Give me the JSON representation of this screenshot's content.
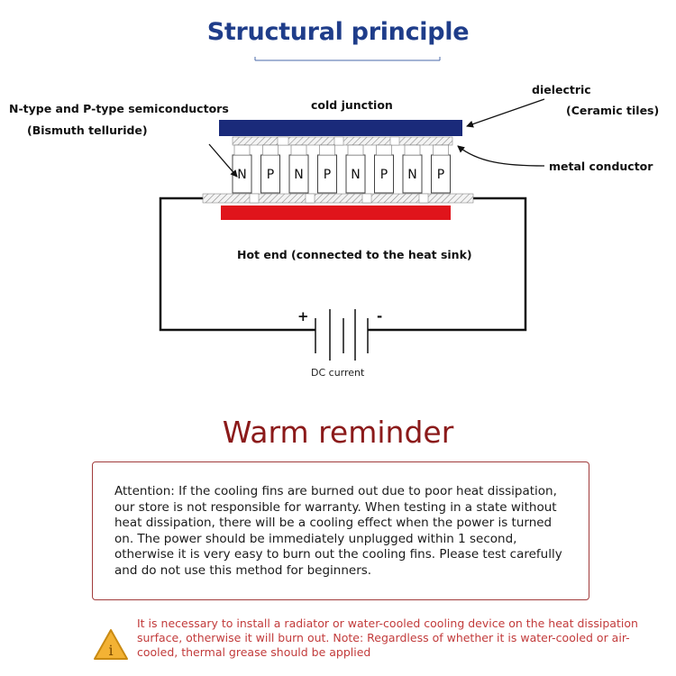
{
  "title": "Structural principle",
  "labels": {
    "semiconductors_line1": "N-type and P-type semiconductors",
    "semiconductors_line2": "(Bismuth telluride)",
    "cold_junction": "cold junction",
    "dielectric_line1": "dielectric",
    "dielectric_line2": "(Ceramic tiles)",
    "metal_conductor": "metal conductor",
    "hot_end": "Hot end (connected to the heat sink)",
    "plus": "+",
    "minus": "-",
    "dc_current": "DC current"
  },
  "elements": [
    "N",
    "P",
    "N",
    "P",
    "N",
    "P",
    "N",
    "P"
  ],
  "colors": {
    "title": "#1f3d8a",
    "cold_plate": "#1a2a7a",
    "hot_plate": "#e0141b",
    "reminder_title": "#8b1a1a",
    "note_text": "#c23b3b",
    "warning_fill": "#f3b234"
  },
  "reminder": {
    "title": "Warm reminder",
    "text": "Attention: If the cooling fins are burned out due to poor heat dissipation, our store is not responsible for warranty. When testing in a state without heat dissipation, there will be a cooling effect when the power is turned on. The power should be immediately unplugged within 1 second, otherwise it is very easy to burn out the cooling fins. Please test carefully and do not use this method for beginners."
  },
  "note": {
    "icon": "warning-icon",
    "text": "It is necessary to install a radiator or water-cooled cooling device on the heat dissipation surface, otherwise it will burn out. Note: Regardless of whether it is water-cooled or air-cooled, thermal grease should be applied"
  }
}
